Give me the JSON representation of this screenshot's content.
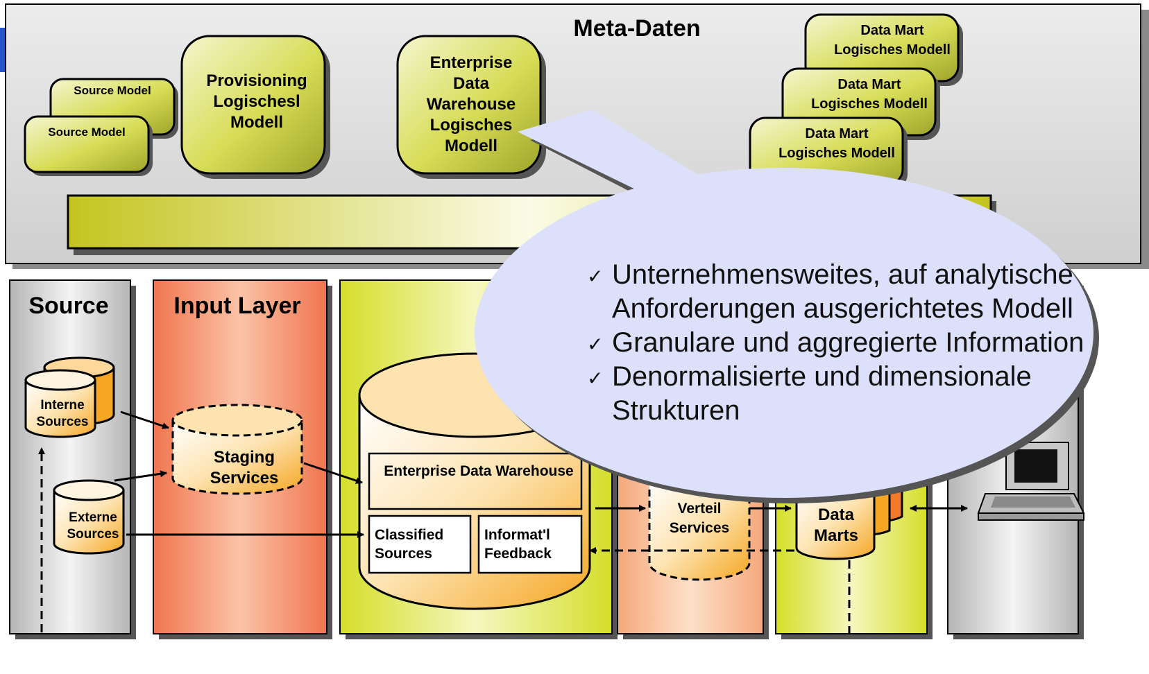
{
  "meta": {
    "title": "Meta-Daten",
    "source_model_back": "Source  Model",
    "source_model_front": "Source  Model",
    "provisioning": [
      "Provisioning",
      "Logischesl",
      "Modell"
    ],
    "edw_model": [
      "Enterprise",
      "Data",
      "Warehouse",
      "Logisches",
      "Modell"
    ],
    "data_mart_model": [
      "Data Mart",
      "Logisches Modell"
    ]
  },
  "source": {
    "header": "Source",
    "interne": [
      "Interne",
      "Sources"
    ],
    "externe": [
      "Externe",
      "Sources"
    ]
  },
  "input_layer": {
    "header": "Input Layer",
    "staging": [
      "Staging",
      "Services"
    ]
  },
  "edw": {
    "title": "Enterprise Data Warehouse",
    "classified": [
      "Classified",
      "Sources"
    ],
    "feedback": [
      "Informat'l",
      "Feedback"
    ]
  },
  "distribution": {
    "verteil": [
      "Verteil",
      "Services"
    ]
  },
  "data_marts": {
    "label": [
      "Data",
      "Marts"
    ]
  },
  "callout": {
    "items": [
      "Unternehmensweites, auf analytische Anforderungen ausgerichtetes Modell",
      "Granulare und aggregierte Information",
      "Denormalisierte und dimensionale Strukturen"
    ]
  },
  "icons": {
    "bullet": "check-icon",
    "client": "laptop-computer-icon"
  },
  "colors": {
    "meta_bg": "#d6d6d6",
    "model_fill": "#c8c83a",
    "input_layer": "#f29a7a",
    "edw_layer": "#d8e040",
    "db_orange": "#f5a623",
    "callout": "#dde0fb"
  }
}
